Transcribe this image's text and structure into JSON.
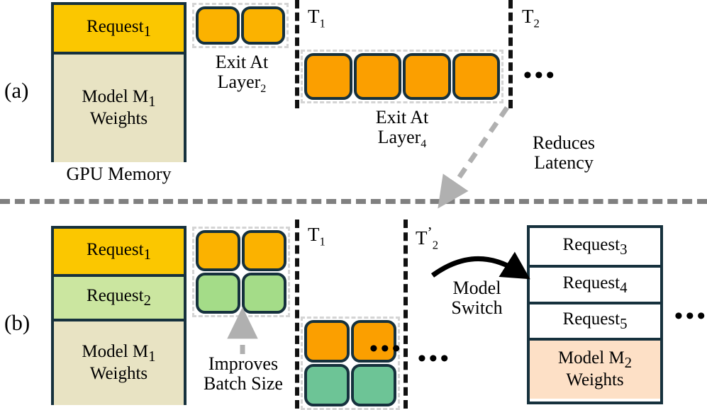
{
  "figure": {
    "panels": [
      {
        "tag": "(a)",
        "memory": {
          "caption": "GPU Memory",
          "bands": [
            {
              "label": "Request",
              "sub": "1",
              "color": "#fbc700"
            },
            {
              "label": "Model M",
              "sub": "1",
              "line2": "Weights",
              "color": "#e8e3c3"
            }
          ]
        },
        "token_groups": [
          {
            "name": "exit-at-layer-2-group",
            "count": 2,
            "rows": 1,
            "cols": 2,
            "color": "#fbb200",
            "caption_line1": "Exit At",
            "caption_line2": "Layer",
            "caption_sub": "2"
          },
          {
            "name": "exit-at-layer-4-group",
            "count": 4,
            "rows": 1,
            "cols": 4,
            "color": "#fb9f00",
            "caption_line1": "Exit At",
            "caption_line2": "Layer",
            "caption_sub": "4"
          }
        ],
        "timelines": [
          {
            "label": "T",
            "sub": "1",
            "prime": ""
          },
          {
            "label": "T",
            "sub": "2",
            "prime": ""
          }
        ],
        "ellipsis": "•••",
        "annotation": {
          "line1": "Reduces",
          "line2": "Latency"
        }
      },
      {
        "tag": "(b)",
        "memory": {
          "caption": "",
          "bands": [
            {
              "label": "Request",
              "sub": "1",
              "color": "#fbc700"
            },
            {
              "label": "Request",
              "sub": "2",
              "color": "#cbe6a0"
            },
            {
              "label": "Model M",
              "sub": "1",
              "line2": "Weights",
              "color": "#e8e3c3"
            }
          ]
        },
        "token_groups": [
          {
            "name": "batch-grid-t0",
            "rows": 2,
            "cols": 2,
            "colors": [
              "#fbb200",
              "#fbb200",
              "#a4dc88",
              "#a4dc88"
            ]
          },
          {
            "name": "batch-grid-t1",
            "rows": 2,
            "cols": 2,
            "colors": [
              "#fb9f00",
              "#fb9f00",
              "#6dc496",
              "#6dc496"
            ]
          }
        ],
        "timelines": [
          {
            "label": "T",
            "sub": "1",
            "prime": ""
          },
          {
            "label": "T",
            "sub": "2",
            "prime": "’"
          }
        ],
        "annotation": {
          "line1": "Improves",
          "line2": "Batch Size"
        },
        "switch": {
          "line1": "Model",
          "line2": "Switch"
        },
        "ellipsis_mid": "•••",
        "ellipsis_timeline": "•••",
        "ellipsis_right": "•••",
        "queue": {
          "bands": [
            {
              "label": "Request",
              "sub": "3",
              "color": "#ffffff"
            },
            {
              "label": "Request",
              "sub": "4",
              "color": "#ffffff"
            },
            {
              "label": "Request",
              "sub": "5",
              "color": "#ffffff"
            },
            {
              "label": "Model M",
              "sub": "2",
              "line2": "Weights",
              "color": "#fde0c6"
            }
          ]
        }
      }
    ],
    "colors": {
      "outline": "#16313d",
      "token_dash": "#d4d4d4",
      "timeline": "#111111",
      "separator": "#808080",
      "gray_arrow": "#b0b0b0"
    }
  }
}
